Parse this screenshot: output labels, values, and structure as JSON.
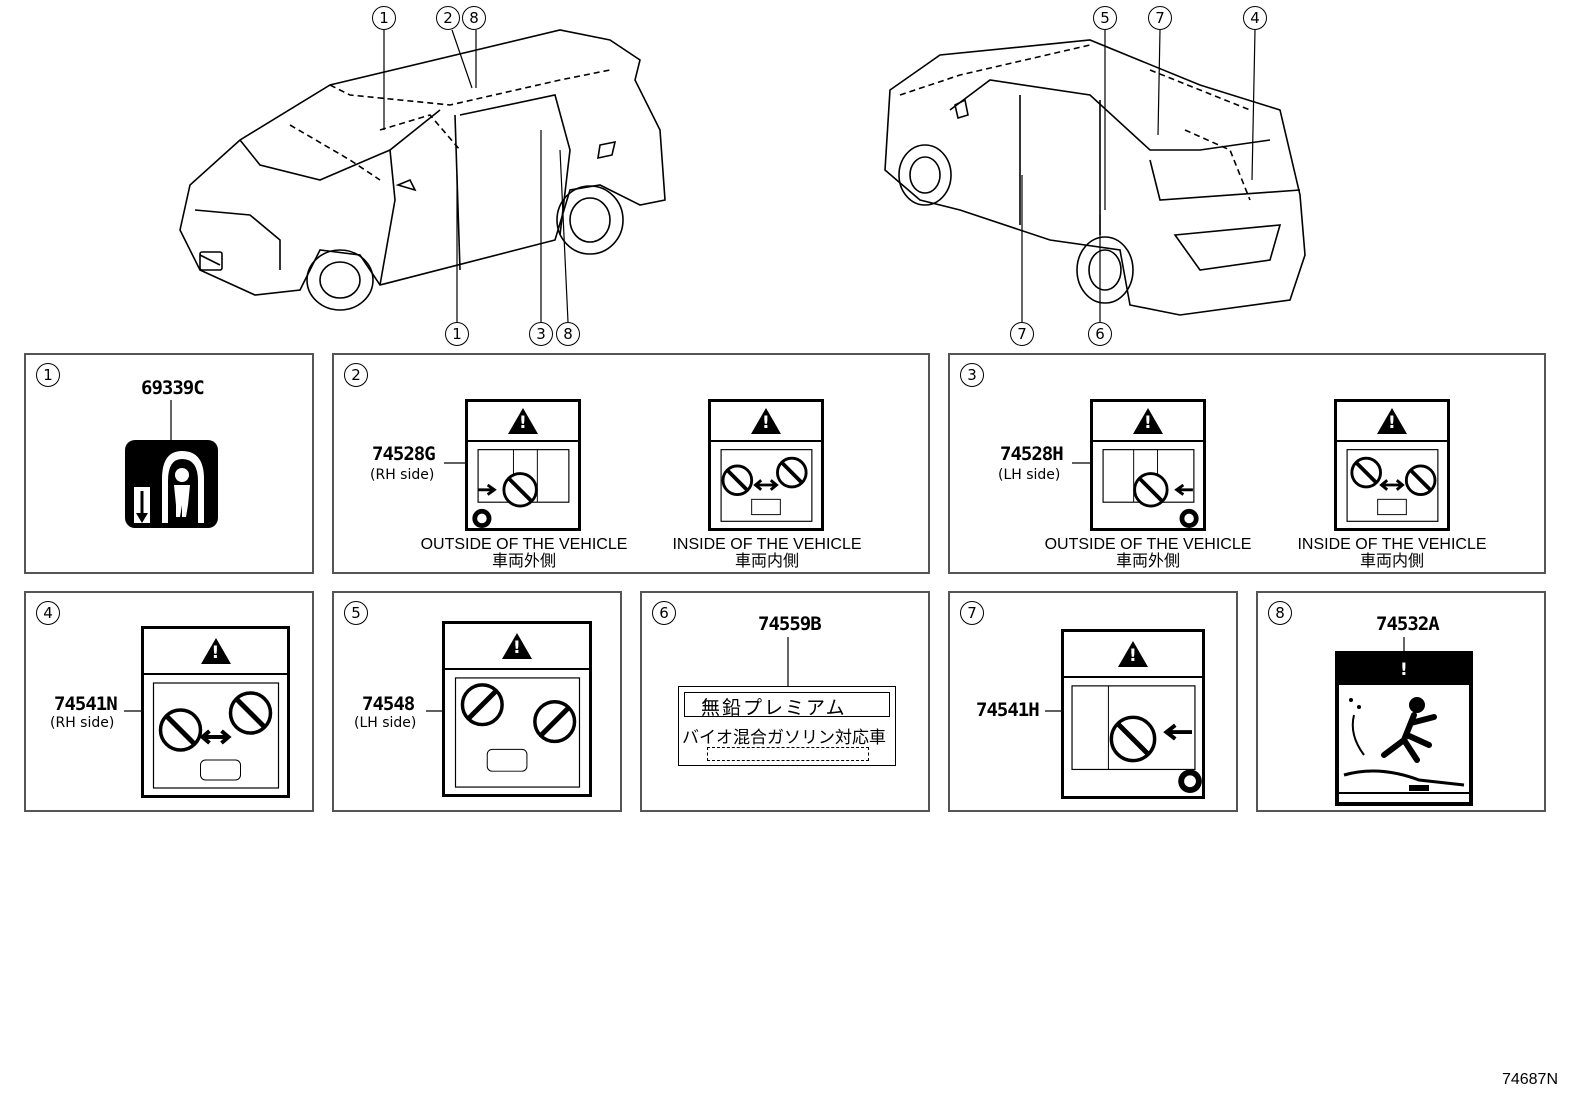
{
  "diagram_id": "74687N",
  "callouts": {
    "front_top": [
      "1",
      "2",
      "8"
    ],
    "front_bottom": [
      "1",
      "3",
      "8"
    ],
    "rear_top": [
      "5",
      "7",
      "4"
    ],
    "rear_bottom": [
      "7",
      "6"
    ]
  },
  "panels": [
    {
      "num": "1",
      "part": "69339C",
      "side": ""
    },
    {
      "num": "2",
      "part": "74528G",
      "side": "(RH side)",
      "cap_out_en": "OUTSIDE OF THE VEHICLE",
      "cap_out_jp": "車両外側",
      "cap_in_en": "INSIDE OF THE VEHICLE",
      "cap_in_jp": "車両内側"
    },
    {
      "num": "3",
      "part": "74528H",
      "side": "(LH side)",
      "cap_out_en": "OUTSIDE OF THE VEHICLE",
      "cap_out_jp": "車両外側",
      "cap_in_en": "INSIDE OF THE VEHICLE",
      "cap_in_jp": "車両内側"
    },
    {
      "num": "4",
      "part": "74541N",
      "side": "(RH side)"
    },
    {
      "num": "5",
      "part": "74548",
      "side": "(LH side)"
    },
    {
      "num": "6",
      "part": "74559B",
      "line1": "無鉛プレミアム",
      "line2": "バイオ混合ガソリン対応車"
    },
    {
      "num": "7",
      "part": "74541H",
      "side": ""
    },
    {
      "num": "8",
      "part": "74532A",
      "side": ""
    }
  ]
}
